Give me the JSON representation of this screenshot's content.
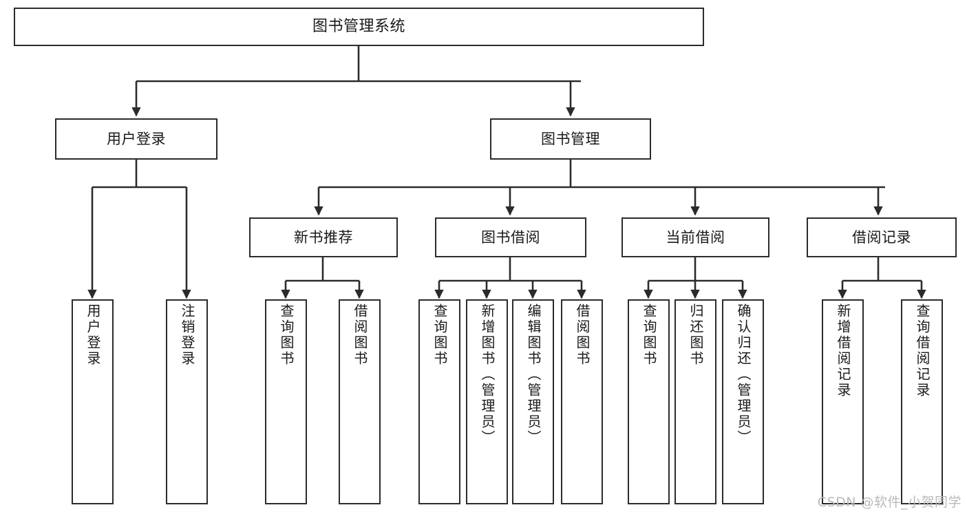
{
  "diagram": {
    "type": "tree",
    "title": "图书管理系统",
    "style": {
      "box_border_color": "#2b2b2b",
      "box_fill_color": "#ffffff",
      "edge_color": "#2b2b2b",
      "text_color": "#1a1a1a",
      "background": "#ffffff"
    },
    "nodes": {
      "root": {
        "label": "图书管理系统"
      },
      "level2": [
        {
          "id": "user-login",
          "label": "用户登录"
        },
        {
          "id": "book-management",
          "label": "图书管理"
        }
      ],
      "level3": [
        {
          "id": "new-book-recommend",
          "label": "新书推荐"
        },
        {
          "id": "book-borrow",
          "label": "图书借阅"
        },
        {
          "id": "current-borrow",
          "label": "当前借阅"
        },
        {
          "id": "borrow-record",
          "label": "借阅记录"
        }
      ],
      "leaves": {
        "user_login": [
          {
            "id": "leaf-user-login",
            "label": "用户登录"
          },
          {
            "id": "leaf-user-logout",
            "label": "注销登录"
          }
        ],
        "new_book_recommend": [
          {
            "id": "leaf-query-book-1",
            "label": "查询图书"
          },
          {
            "id": "leaf-borrow-book-1",
            "label": "借阅图书"
          }
        ],
        "book_borrow": [
          {
            "id": "leaf-query-book-2",
            "label": "查询图书"
          },
          {
            "id": "leaf-add-book",
            "label": "新增图书（管理员）"
          },
          {
            "id": "leaf-edit-book",
            "label": "编辑图书（管理员）"
          },
          {
            "id": "leaf-borrow-book-2",
            "label": "借阅图书"
          }
        ],
        "current_borrow": [
          {
            "id": "leaf-query-book-3",
            "label": "查询图书"
          },
          {
            "id": "leaf-return-book",
            "label": "归还图书"
          },
          {
            "id": "leaf-confirm-return",
            "label": "确认归还（管理员）"
          }
        ],
        "borrow_record": [
          {
            "id": "leaf-add-record",
            "label": "新增借阅记录"
          },
          {
            "id": "leaf-query-record",
            "label": "查询借阅记录"
          }
        ]
      }
    }
  },
  "watermark": {
    "text": "CSDN @软件_小贺同学"
  }
}
